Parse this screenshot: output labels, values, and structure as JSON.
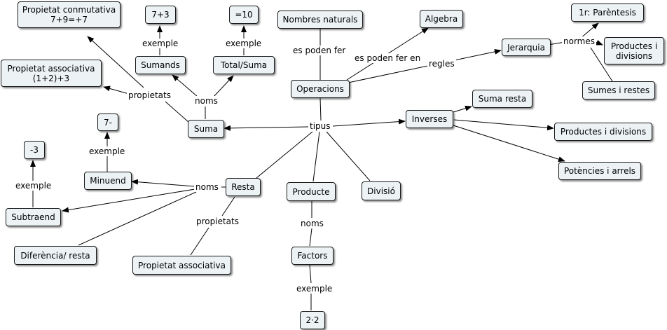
{
  "concepts": {
    "operacions": "Operacions",
    "nombres_naturals": "Nombres naturals",
    "algebra": "Algebra",
    "jerarquia": "Jerarquia",
    "parentesis": "1r: Parèntesis",
    "productes_divisions_box": "Productes i\ndivisions",
    "sumes_restes": "Sumes i restes",
    "suma": "Suma",
    "sumands": "Sumands",
    "total_suma": "Total/Suma",
    "ex_7mes3": "7+3",
    "ex_10": "=10",
    "prop_conmutativa": "Propietat conmutativa\n7+9=+7",
    "prop_associativa_suma": "Propietat associativa\n(1+2)+3",
    "inverses": "Inverses",
    "suma_resta": "Suma resta",
    "productes_divisions": "Productes i divisions",
    "potencies_arrels": "Potències i arrels",
    "resta": "Resta",
    "minuend": "Minuend",
    "ex_7menys": "7-",
    "subtraend": "Subtraend",
    "ex_menys3": "-3",
    "diferencia": "Diferència/ resta",
    "prop_associativa_resta": "Propietat associativa",
    "producte": "Producte",
    "divisio": "Divisió",
    "factors": "Factors",
    "ex_2per2": "2·2"
  },
  "links": {
    "es_poden_fer": "es poden fer",
    "es_poden_fer_en": "es poden fer en",
    "regles": "regles",
    "normes": "normes",
    "tipus": "tipus",
    "noms_suma": "noms",
    "propietats_suma": "propietats",
    "exemple_sumands": "exemple",
    "exemple_total": "exemple",
    "noms_resta": "noms",
    "propietats_resta": "propietats",
    "exemple_minuend": "exemple",
    "exemple_subtraend": "exemple",
    "noms_producte": "noms",
    "exemple_factors": "exemple"
  }
}
